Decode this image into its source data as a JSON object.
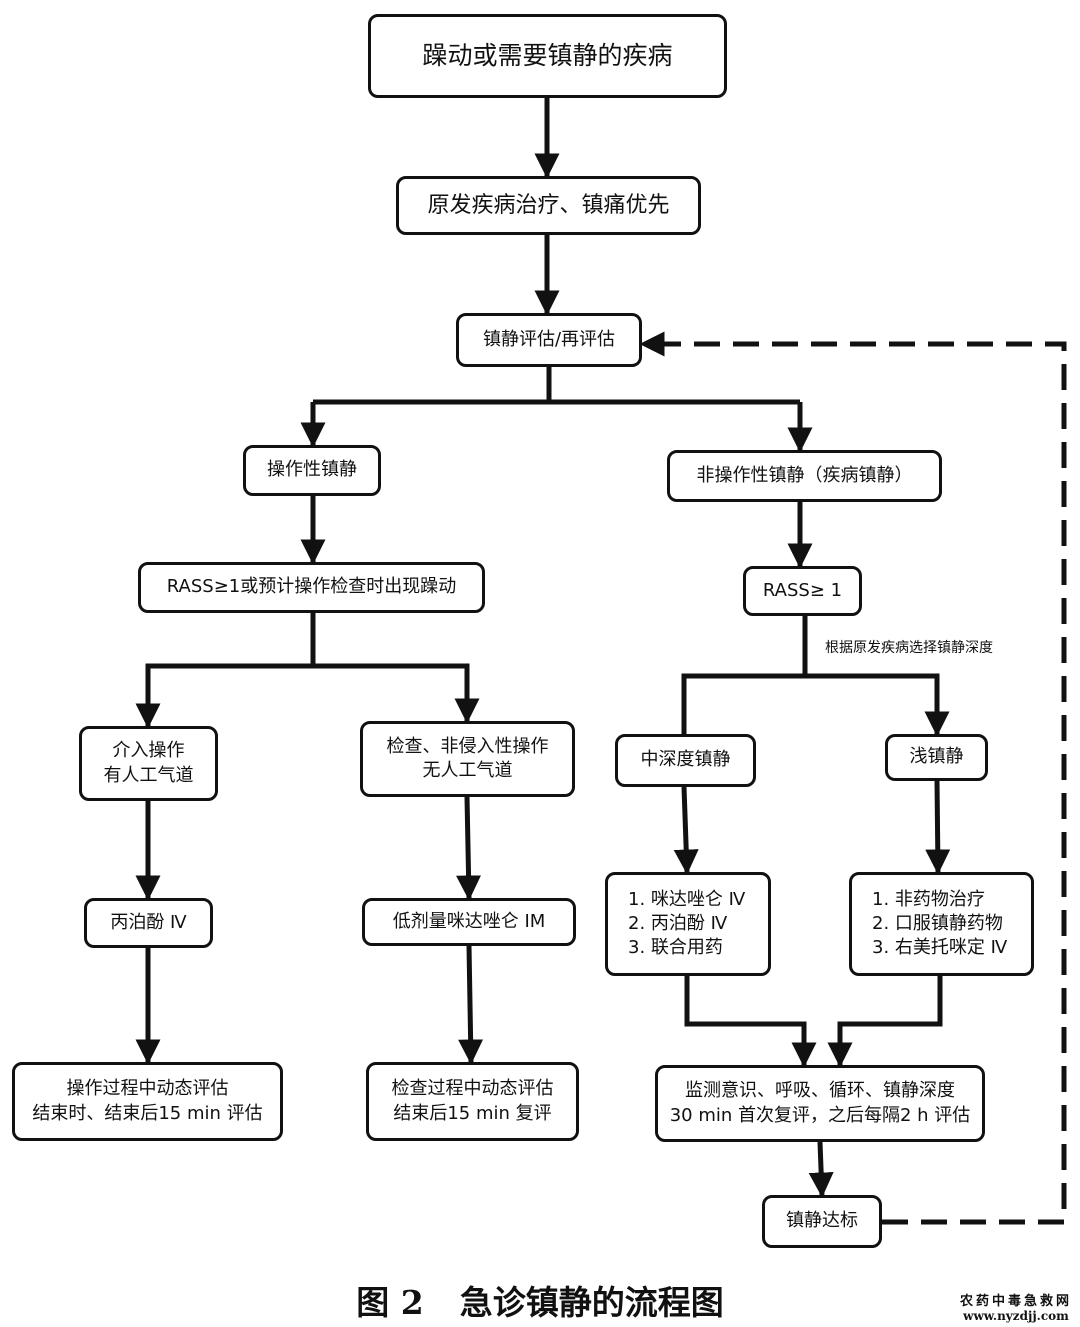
{
  "nodes": {
    "n1": "躁动或需要镇静的疾病",
    "n2": "原发疾病治疗、镇痛优先",
    "n3": "镇静评估/再评估",
    "n4": "操作性镇静",
    "n5": "非操作性镇静（疾病镇静）",
    "n6": "RASS≥1或预计操作检查时出现躁动",
    "n7": "RASS≥ 1",
    "n8": [
      "介入操作",
      "有人工气道"
    ],
    "n9": [
      "检查、非侵入性操作",
      "无人工气道"
    ],
    "n10": "中深度镇静",
    "n11": "浅镇静",
    "n12": "丙泊酚 Ⅳ",
    "n13": "低剂量咪达唑仑 IM",
    "n14": [
      "1. 咪达唑仑 Ⅳ",
      "2. 丙泊酚 Ⅳ",
      "3. 联合用药"
    ],
    "n15": [
      "1. 非药物治疗",
      "2. 口服镇静药物",
      "3. 右美托咪定 Ⅳ"
    ],
    "n16": [
      "操作过程中动态评估",
      "结束时、结束后15 min 评估"
    ],
    "n17": [
      "检查过程中动态评估",
      "结束后15 min 复评"
    ],
    "n18": [
      "监测意识、呼吸、循环、镇静深度",
      "30 min 首次复评，之后每隔2 h 评估"
    ],
    "n19": "镇静达标"
  },
  "annotation": "根据原发疾病选择镇静深度",
  "caption": {
    "number": "图 2",
    "title": "急诊镇静的流程图"
  },
  "watermark": {
    "line1": "农药中毒急救网",
    "line2": "www.nyzdjj.com"
  }
}
